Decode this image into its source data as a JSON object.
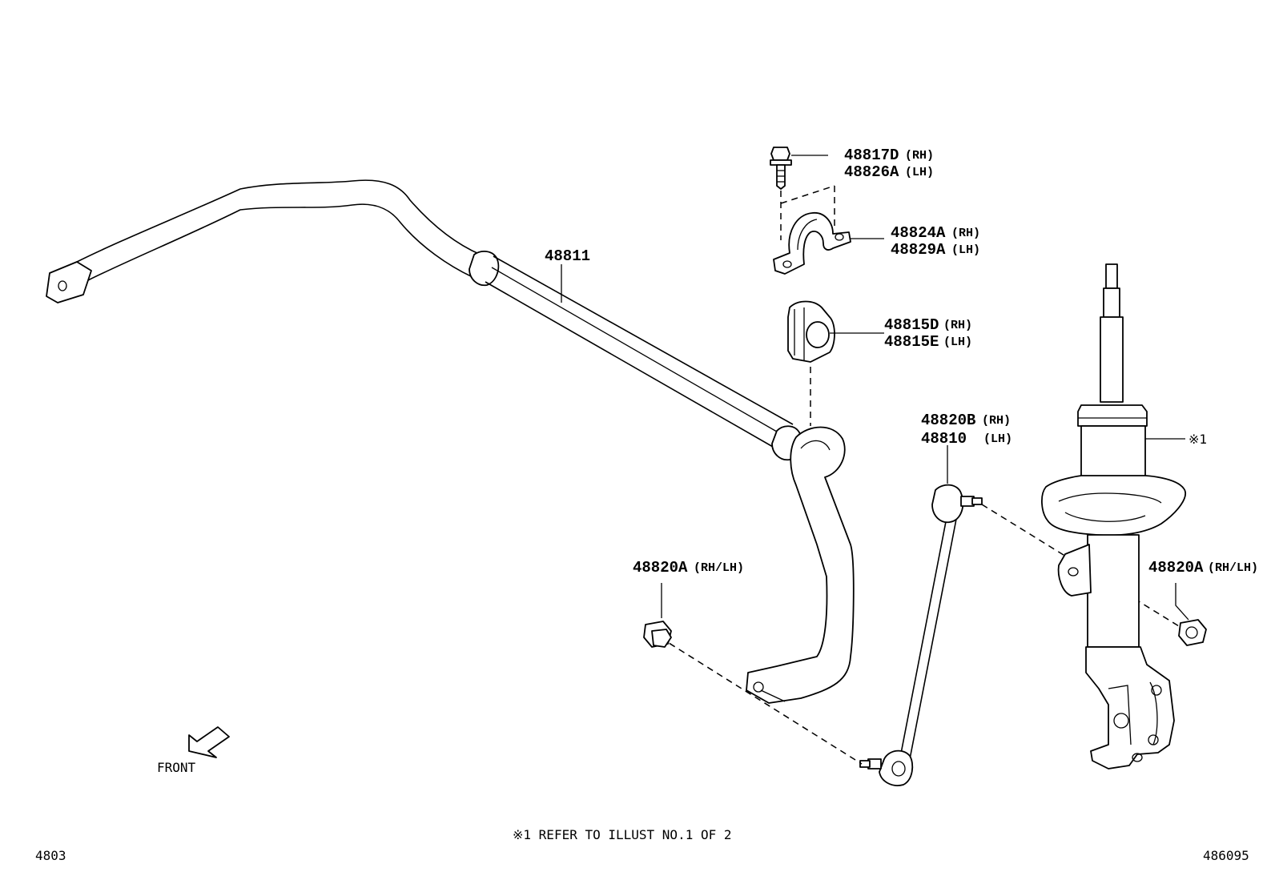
{
  "labels": {
    "stabilizer_bar": "48811",
    "bolt_rh": "48817D",
    "bolt_rh_side": "(RH)",
    "bolt_lh": "48826A",
    "bolt_lh_side": "(LH)",
    "bracket_rh": "48824A",
    "bracket_rh_side": "(RH)",
    "bracket_lh": "48829A",
    "bracket_lh_side": "(LH)",
    "bushing_rh": "48815D",
    "bushing_rh_side": "(RH)",
    "bushing_lh": "48815E",
    "bushing_lh_side": "(LH)",
    "link_rh": "48820B",
    "link_rh_side": "(RH)",
    "link_lh": "48810",
    "link_lh_side": "(LH)",
    "nut_left": "48820A",
    "nut_left_side": "(RH/LH)",
    "nut_right": "48820A",
    "nut_right_side": "(RH/LH)",
    "strut_ref": "※1",
    "front": "FRONT"
  },
  "footer": {
    "note": "※1 REFER TO ILLUST NO.1 OF 2",
    "left_code": "4803",
    "right_code": "486095"
  }
}
